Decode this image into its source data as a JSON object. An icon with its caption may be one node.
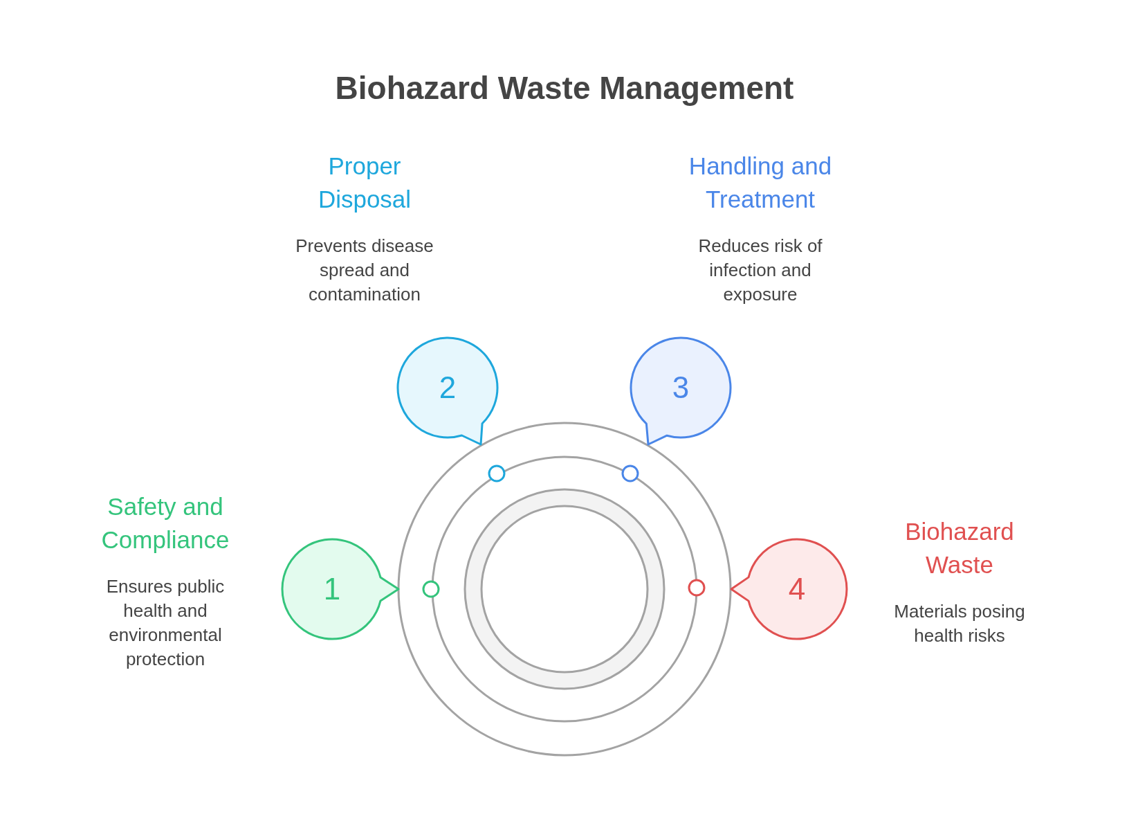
{
  "diagram": {
    "title": "Biohazard Waste Management",
    "nodes": [
      {
        "text": [
          "1"
        ],
        "beside": [
          "Safety and Compliance",
          "Ensures public health and environmental protection"
        ]
      },
      {
        "text": [
          "2"
        ],
        "beside": [
          "Proper Disposal",
          "Prevents disease spread and contamination"
        ]
      },
      {
        "text": [
          "3"
        ],
        "beside": [
          "Handling and Treatment",
          "Reduces risk of infection and exposure"
        ]
      },
      {
        "text": [
          "4"
        ],
        "beside": [
          "Biohazard Waste",
          "Materials posing health risks"
        ]
      }
    ]
  }
}
